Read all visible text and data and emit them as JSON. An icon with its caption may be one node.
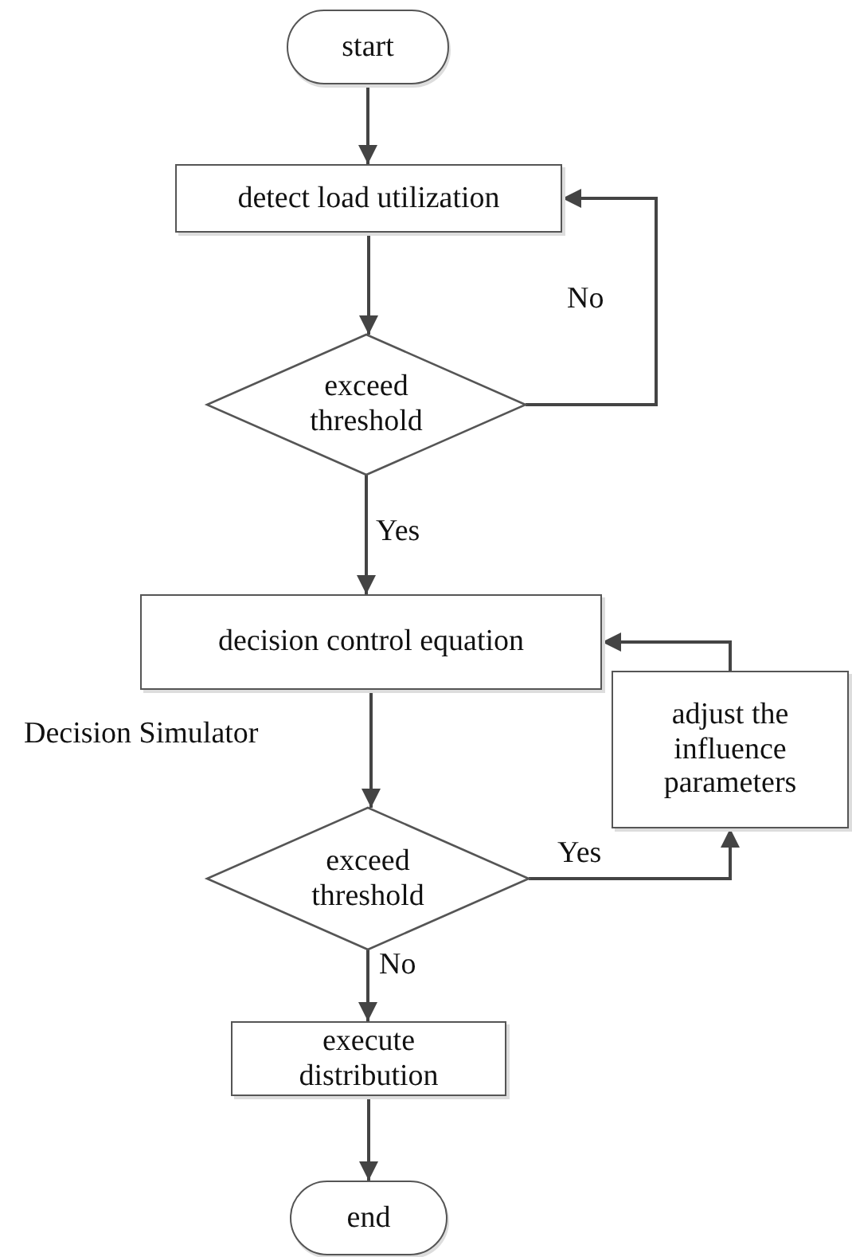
{
  "diagram": {
    "nodes": [
      {
        "text": [
          "start"
        ]
      },
      {
        "text": [
          "detect load utilization"
        ]
      },
      {
        "text": [
          "exceed threshold"
        ]
      },
      {
        "text": [
          "decision control equation"
        ]
      },
      {
        "text": [
          "adjust the influence parameters"
        ]
      },
      {
        "text": [
          "exceed threshold"
        ]
      },
      {
        "text": [
          "execute distribution"
        ]
      },
      {
        "text": [
          "end"
        ]
      }
    ],
    "edges": [
      {
        "from": 0,
        "to": 1,
        "arrow": "to"
      },
      {
        "from": 1,
        "to": 2,
        "arrow": "to"
      },
      {
        "from": 2,
        "to": 1,
        "arrow": "to",
        "label": "No"
      },
      {
        "from": 2,
        "to": 3,
        "arrow": "to",
        "label": "Yes"
      },
      {
        "from": 3,
        "to": 5,
        "arrow": "to",
        "label": "Decision Simulator"
      },
      {
        "from": 5,
        "to": 4,
        "arrow": "to",
        "label": "Yes"
      },
      {
        "from": 4,
        "to": 3,
        "arrow": "to"
      },
      {
        "from": 5,
        "to": 6,
        "arrow": "to",
        "label": "No"
      },
      {
        "from": 6,
        "to": 7,
        "arrow": "to"
      }
    ]
  }
}
